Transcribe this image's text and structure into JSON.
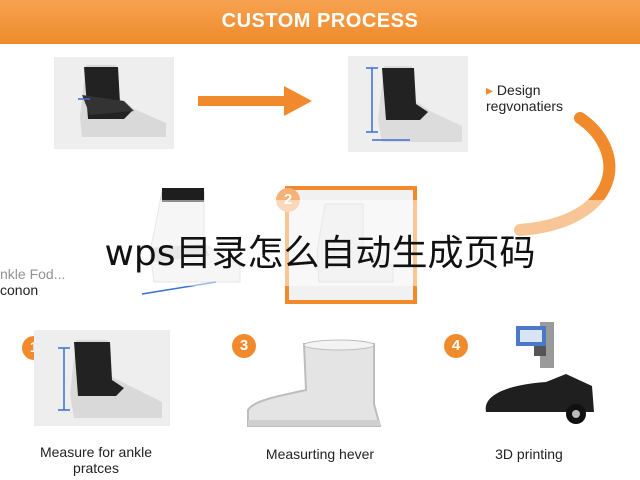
{
  "header": {
    "title": "CUSTOM PROCESS",
    "color": "#ee8a2b"
  },
  "top_row": {
    "note_line1": "Design",
    "note_line2": "regvonatiers"
  },
  "middle_row": {
    "left_note_line1": "nkle Fod...",
    "left_note_line2": "conon",
    "frame_step": "2"
  },
  "steps": [
    {
      "number": "1",
      "caption_line1": "Measure for ankle",
      "caption_line2": "pratces"
    },
    {
      "number": "3",
      "caption_line1": "Measurting hever",
      "caption_line2": ""
    },
    {
      "number": "4",
      "caption_line1": "3D printing",
      "caption_line2": ""
    }
  ],
  "watermark": {
    "text": "wps目录怎么自动生成页码"
  },
  "icons": [
    "right-arrow-icon",
    "curved-arrow-icon"
  ]
}
